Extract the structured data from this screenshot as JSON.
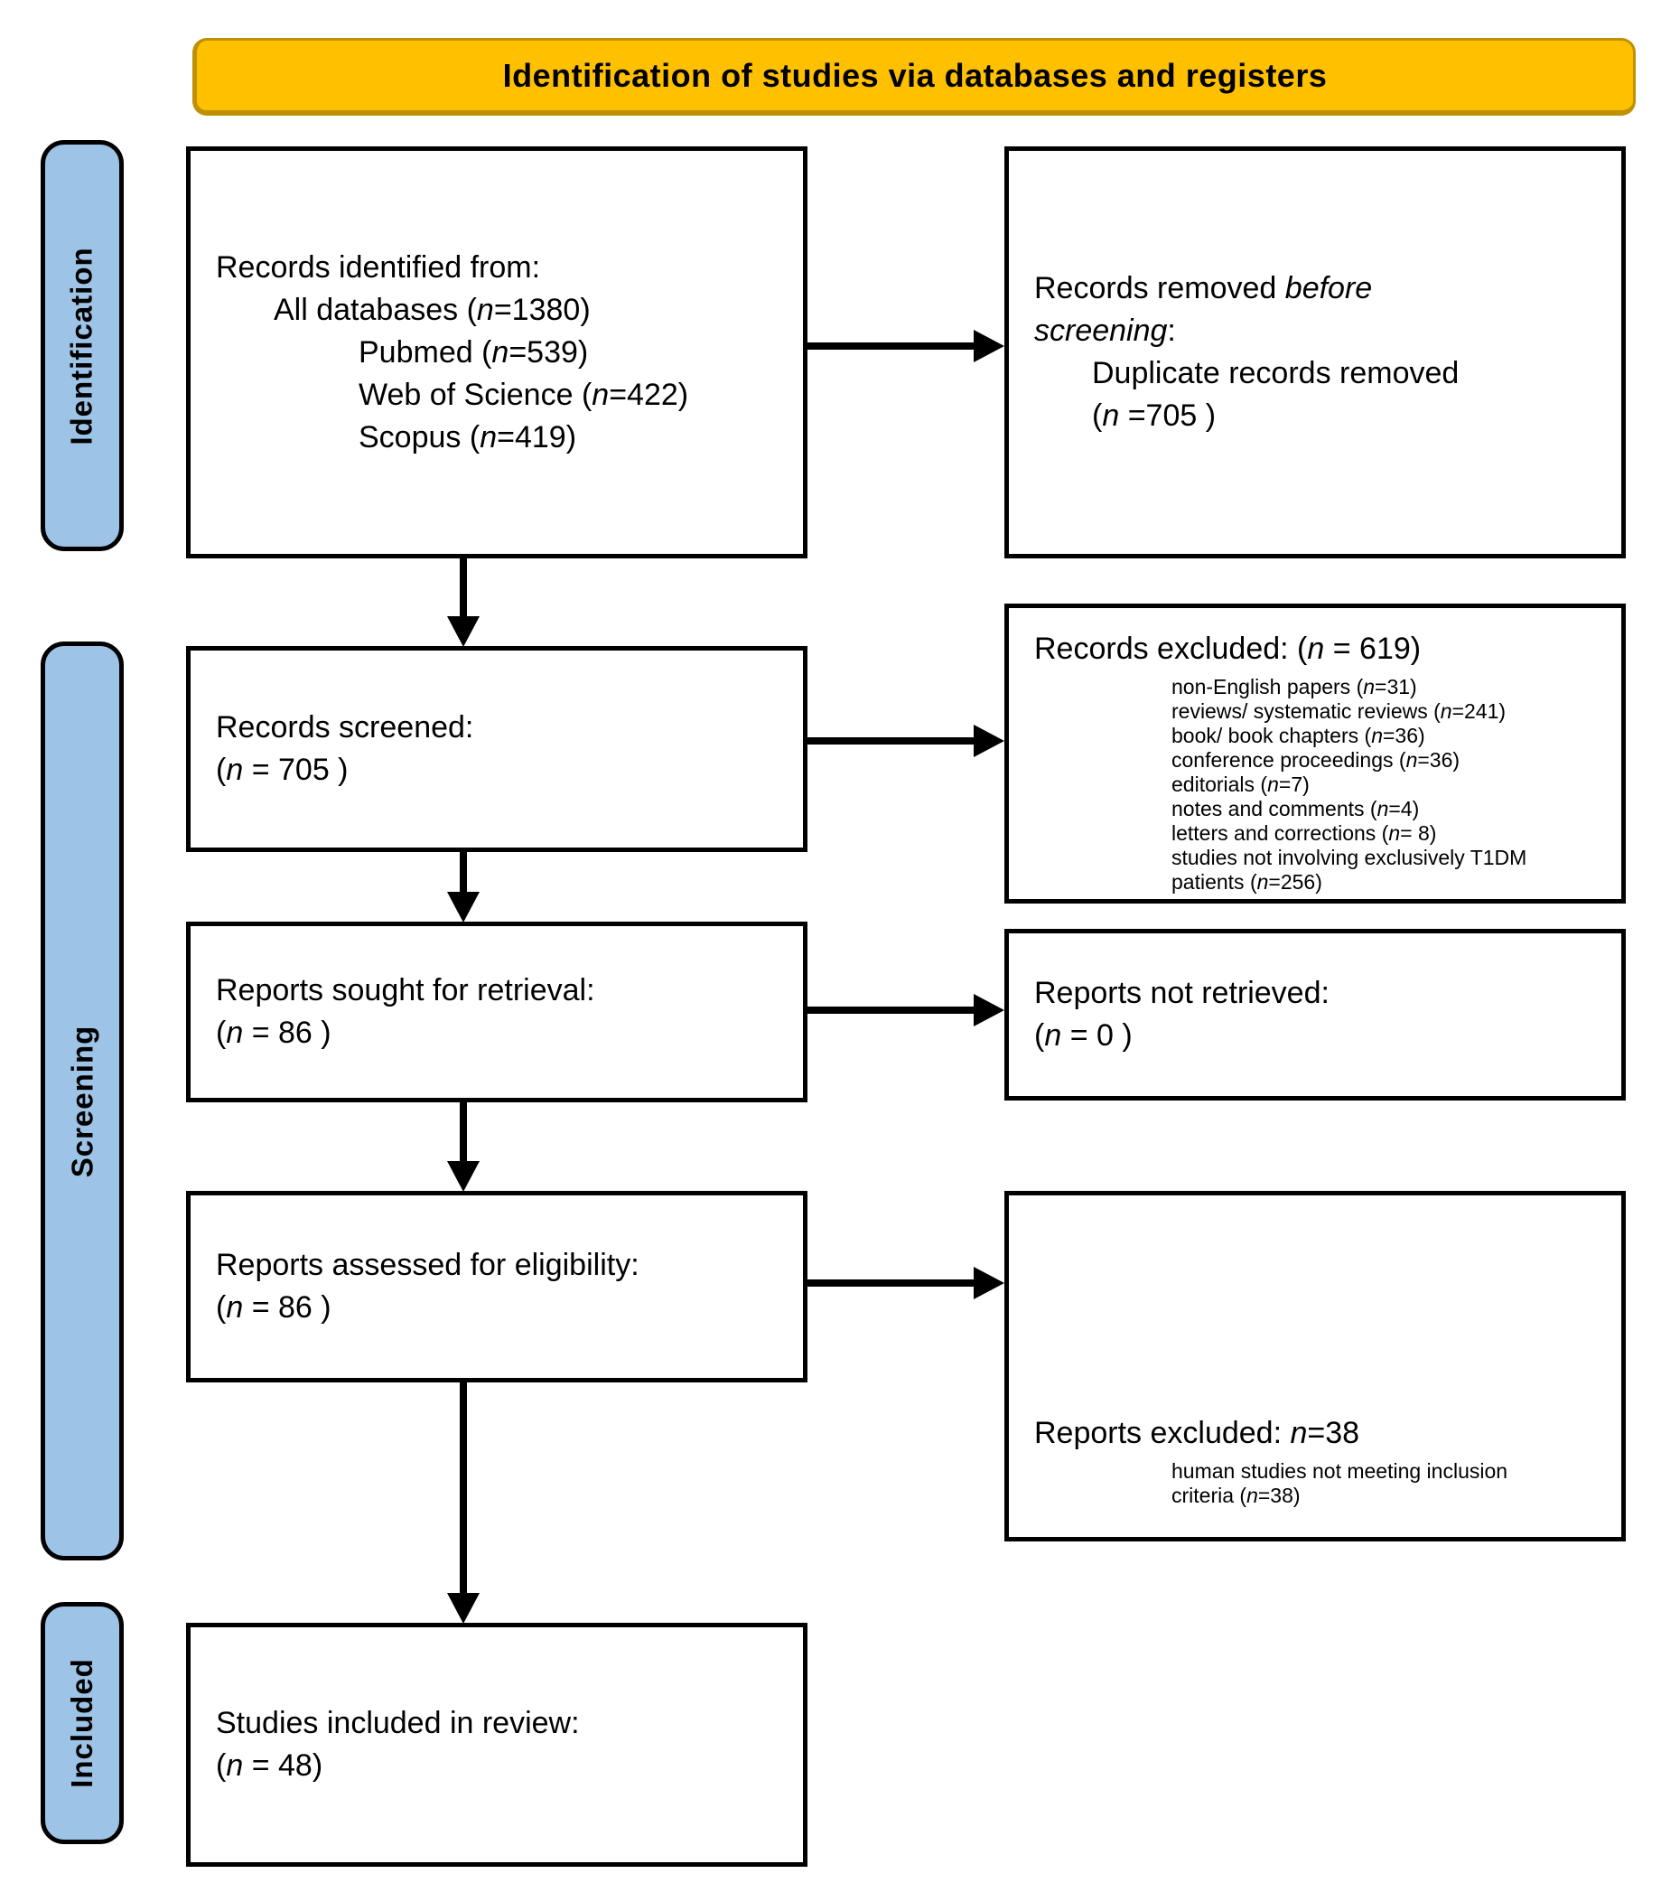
{
  "banner": {
    "title": "Identification of studies via databases and registers"
  },
  "colors": {
    "banner_fill": "#FFC000",
    "banner_border": "#BF9000",
    "stage_fill": "#9DC3E6",
    "box_border": "#000000"
  },
  "stage_labels": {
    "identification": "Identification",
    "screening": "Screening",
    "included": "Included"
  },
  "boxes": {
    "records_identified": {
      "lines": [
        {
          "t": "Records identified from:",
          "i": 0
        },
        {
          "t": "All databases (*n*=1380)",
          "i": 1
        },
        {
          "t": "Pubmed (*n*=539)",
          "i": 2
        },
        {
          "t": "Web of Science (*n*=422)",
          "i": 2
        },
        {
          "t": "Scopus (*n*=419)",
          "i": 2
        }
      ]
    },
    "records_removed": {
      "lines": [
        {
          "t": "Records removed *before*",
          "i": 0
        },
        {
          "t": "*screening*:",
          "i": 0
        },
        {
          "t": "Duplicate records removed",
          "i": 1
        },
        {
          "t": "(*n* =705 )",
          "i": 1
        }
      ]
    },
    "records_screened": {
      "lines": [
        {
          "t": "Records screened:",
          "i": 0
        },
        {
          "t": "(*n* = 705 )",
          "i": 0
        }
      ]
    },
    "records_excluded": {
      "heading": "Records excluded: (*n* = 619)",
      "items": [
        "non-English papers (*n*=31)",
        "reviews/ systematic reviews (*n*=241)",
        "book/ book chapters (*n*=36)",
        "conference proceedings (*n*=36)",
        "editorials (*n*=7)",
        "notes and comments (*n*=4)",
        "letters and corrections (*n*= 8)",
        "studies not involving exclusively T1DM",
        "patients (*n*=256)"
      ]
    },
    "reports_sought": {
      "lines": [
        {
          "t": "Reports sought for retrieval:",
          "i": 0
        },
        {
          "t": "(*n* = 86 )",
          "i": 0
        }
      ]
    },
    "reports_not_retrieved": {
      "lines": [
        {
          "t": "Reports not retrieved:",
          "i": 0
        },
        {
          "t": "(*n* = 0 )",
          "i": 0
        }
      ]
    },
    "reports_assessed": {
      "lines": [
        {
          "t": "Reports assessed for eligibility:",
          "i": 0
        },
        {
          "t": "(*n* = 86 )",
          "i": 0
        }
      ]
    },
    "reports_excluded": {
      "heading": "Reports excluded: *n*=38",
      "items": [
        "human studies not meeting inclusion",
        "criteria (*n*=38)"
      ]
    },
    "studies_included": {
      "lines": [
        {
          "t": "Studies included in review:",
          "i": 0
        },
        {
          "t": "(*n* = 48)",
          "i": 0
        }
      ]
    }
  }
}
